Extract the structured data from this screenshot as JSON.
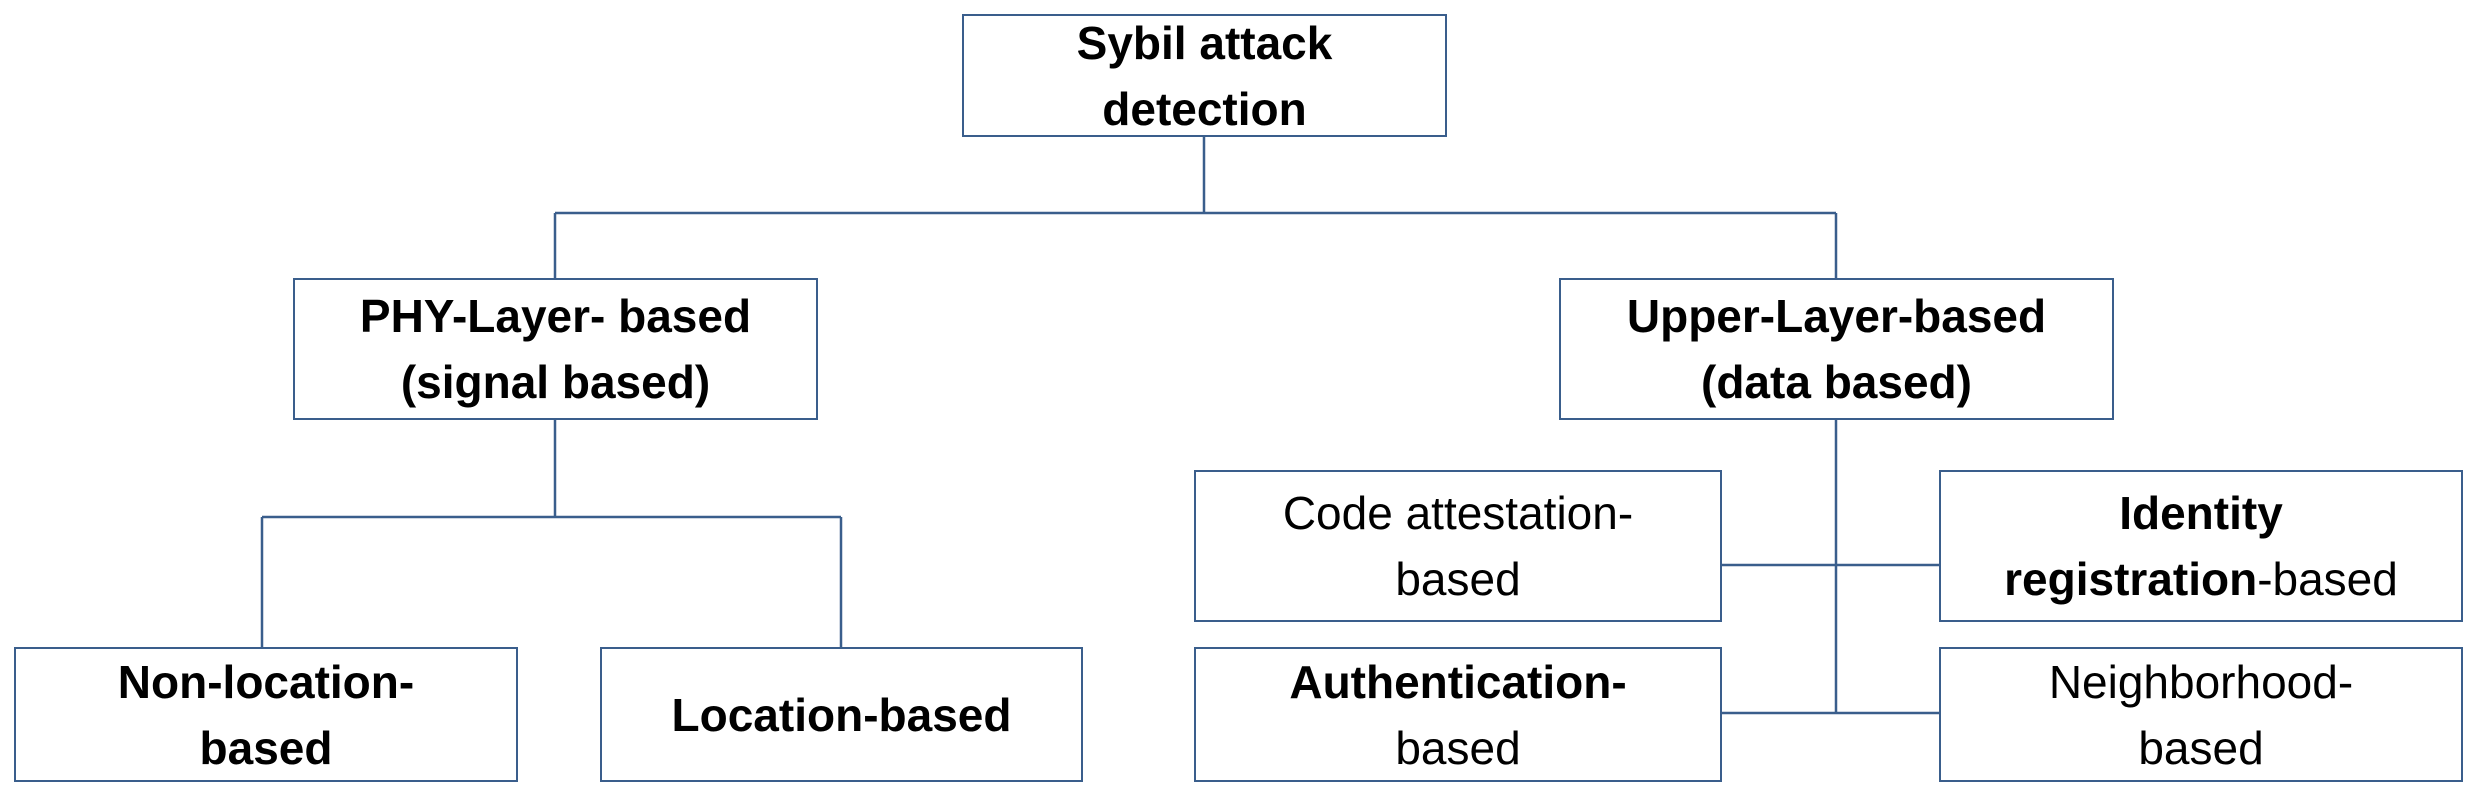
{
  "diagram": {
    "root": {
      "line1": "Sybil attack",
      "line2": "detection"
    },
    "phy": {
      "line1": "PHY-Layer- based",
      "line2": "(signal based)"
    },
    "upper": {
      "line1": "Upper-Layer-based",
      "line2": "(data based)"
    },
    "non_location": {
      "line1": "Non-location-",
      "line2": "based"
    },
    "location": {
      "line1": "Location-based"
    },
    "code_attestation": {
      "line1": "Code attestation-",
      "line2": "based"
    },
    "identity": {
      "line1": "Identity",
      "line2_bold": "registration",
      "line2_rest": "-based"
    },
    "authentication": {
      "line1": "Authentication-",
      "line2": "based"
    },
    "neighborhood": {
      "line1": "Neighborhood-",
      "line2": "based"
    }
  },
  "colors": {
    "border": "#3a5e8c",
    "connector": "#3a5e8c",
    "text": "#000000",
    "background": "#ffffff"
  }
}
